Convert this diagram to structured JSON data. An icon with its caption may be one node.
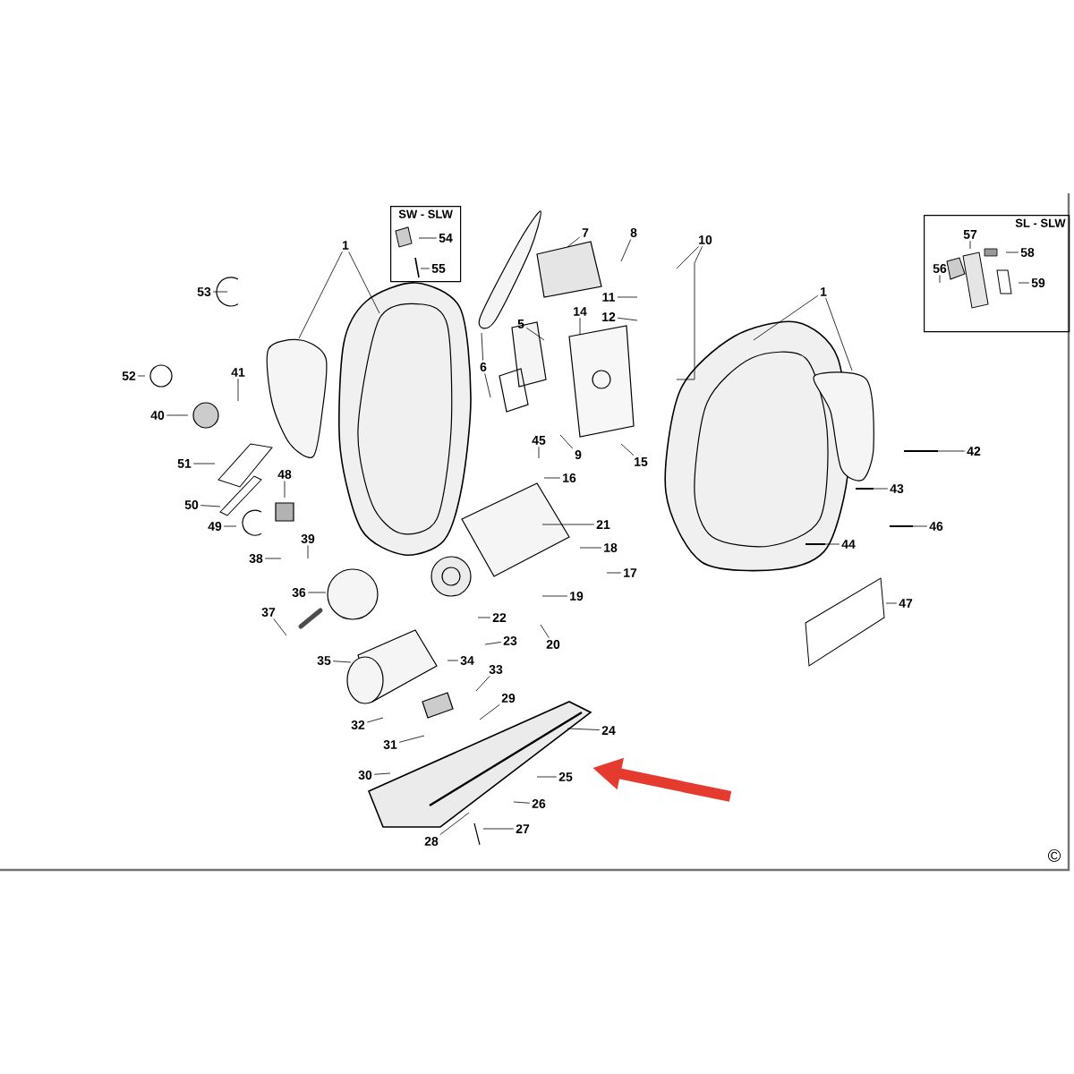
{
  "diagram": {
    "nodes": [
      {
        "text": [
          "SW - SLW"
        ]
      },
      {
        "text": [
          "54"
        ],
        "in": 0
      },
      {
        "text": [
          "55"
        ],
        "in": 0
      },
      {
        "text": [
          "SL - SLW"
        ]
      },
      {
        "text": [
          "57"
        ],
        "in": 3
      },
      {
        "text": [
          "56"
        ],
        "in": 3
      },
      {
        "text": [
          "58"
        ],
        "in": 3
      },
      {
        "text": [
          "59"
        ],
        "in": 3
      },
      {
        "text": [
          "1"
        ]
      },
      {
        "text": [
          "7"
        ]
      },
      {
        "text": [
          "8"
        ]
      },
      {
        "text": [
          "10"
        ]
      },
      {
        "text": [
          "53"
        ]
      },
      {
        "text": [
          "1"
        ]
      },
      {
        "text": [
          "11"
        ]
      },
      {
        "text": [
          "12"
        ]
      },
      {
        "text": [
          "14"
        ]
      },
      {
        "text": [
          "5"
        ]
      },
      {
        "text": [
          "6"
        ]
      },
      {
        "text": [
          "52"
        ]
      },
      {
        "text": [
          "41"
        ]
      },
      {
        "text": [
          "40"
        ]
      },
      {
        "text": [
          "45"
        ]
      },
      {
        "text": [
          "9"
        ]
      },
      {
        "text": [
          "15"
        ]
      },
      {
        "text": [
          "42"
        ]
      },
      {
        "text": [
          "51"
        ]
      },
      {
        "text": [
          "16"
        ]
      },
      {
        "text": [
          "48"
        ]
      },
      {
        "text": [
          "43"
        ]
      },
      {
        "text": [
          "50"
        ]
      },
      {
        "text": [
          "21"
        ]
      },
      {
        "text": [
          "49"
        ]
      },
      {
        "text": [
          "46"
        ]
      },
      {
        "text": [
          "39"
        ]
      },
      {
        "text": [
          "44"
        ]
      },
      {
        "text": [
          "18"
        ]
      },
      {
        "text": [
          "38"
        ]
      },
      {
        "text": [
          "17"
        ]
      },
      {
        "text": [
          "36"
        ]
      },
      {
        "text": [
          "19"
        ]
      },
      {
        "text": [
          "47"
        ]
      },
      {
        "text": [
          "37"
        ]
      },
      {
        "text": [
          "22"
        ]
      },
      {
        "text": [
          "23"
        ]
      },
      {
        "text": [
          "20"
        ]
      },
      {
        "text": [
          "35"
        ]
      },
      {
        "text": [
          "34"
        ]
      },
      {
        "text": [
          "33"
        ]
      },
      {
        "text": [
          "29"
        ]
      },
      {
        "text": [
          "24"
        ]
      },
      {
        "text": [
          "32"
        ]
      },
      {
        "text": [
          "31"
        ]
      },
      {
        "text": [
          "30"
        ]
      },
      {
        "text": [
          "25"
        ]
      },
      {
        "text": [
          "26"
        ]
      },
      {
        "text": [
          "27"
        ]
      },
      {
        "text": [
          "28"
        ]
      }
    ],
    "edges": [
      {
        "from": 1,
        "to": null,
        "arrow": "none"
      },
      {
        "from": 2,
        "to": null,
        "arrow": "none"
      },
      {
        "from": 4,
        "to": null,
        "arrow": "none"
      },
      {
        "from": 5,
        "to": null,
        "arrow": "none"
      },
      {
        "from": 6,
        "to": null,
        "arrow": "none"
      },
      {
        "from": 7,
        "to": null,
        "arrow": "none"
      },
      {
        "from": 8,
        "to": null,
        "arrow": "none"
      },
      {
        "from": 8,
        "to": null,
        "arrow": "none"
      },
      {
        "from": 9,
        "to": null,
        "arrow": "none"
      },
      {
        "from": 10,
        "to": null,
        "arrow": "none"
      },
      {
        "from": 11,
        "to": null,
        "arrow": "none"
      },
      {
        "from": 11,
        "to": null,
        "arrow": "none"
      },
      {
        "from": 12,
        "to": null,
        "arrow": "none"
      },
      {
        "from": 13,
        "to": null,
        "arrow": "none"
      },
      {
        "from": 13,
        "to": null,
        "arrow": "none"
      },
      {
        "from": 14,
        "to": null,
        "arrow": "none"
      },
      {
        "from": 15,
        "to": null,
        "arrow": "none"
      },
      {
        "from": 16,
        "to": null,
        "arrow": "none"
      },
      {
        "from": 17,
        "to": null,
        "arrow": "none"
      },
      {
        "from": 18,
        "to": null,
        "arrow": "none"
      },
      {
        "from": 18,
        "to": null,
        "arrow": "none"
      },
      {
        "from": 19,
        "to": null,
        "arrow": "none"
      },
      {
        "from": 20,
        "to": null,
        "arrow": "none"
      },
      {
        "from": 21,
        "to": null,
        "arrow": "none"
      },
      {
        "from": 22,
        "to": null,
        "arrow": "none"
      },
      {
        "from": 23,
        "to": null,
        "arrow": "none"
      },
      {
        "from": 24,
        "to": null,
        "arrow": "none"
      },
      {
        "from": 25,
        "to": null,
        "arrow": "none"
      },
      {
        "from": 26,
        "to": null,
        "arrow": "none"
      },
      {
        "from": 27,
        "to": null,
        "arrow": "none"
      },
      {
        "from": 28,
        "to": null,
        "arrow": "none"
      },
      {
        "from": 29,
        "to": null,
        "arrow": "none"
      },
      {
        "from": 30,
        "to": null,
        "arrow": "none"
      },
      {
        "from": 31,
        "to": null,
        "arrow": "none"
      },
      {
        "from": 32,
        "to": null,
        "arrow": "none"
      },
      {
        "from": 33,
        "to": null,
        "arrow": "none"
      },
      {
        "from": 34,
        "to": null,
        "arrow": "none"
      },
      {
        "from": 35,
        "to": null,
        "arrow": "none"
      },
      {
        "from": 36,
        "to": null,
        "arrow": "none"
      },
      {
        "from": 37,
        "to": null,
        "arrow": "none"
      },
      {
        "from": 38,
        "to": null,
        "arrow": "none"
      },
      {
        "from": 39,
        "to": null,
        "arrow": "none"
      },
      {
        "from": 40,
        "to": null,
        "arrow": "none"
      },
      {
        "from": 41,
        "to": null,
        "arrow": "none"
      },
      {
        "from": 42,
        "to": null,
        "arrow": "none"
      },
      {
        "from": 43,
        "to": null,
        "arrow": "none"
      },
      {
        "from": 44,
        "to": null,
        "arrow": "none"
      },
      {
        "from": 45,
        "to": null,
        "arrow": "none"
      },
      {
        "from": 46,
        "to": null,
        "arrow": "none"
      },
      {
        "from": 47,
        "to": null,
        "arrow": "none"
      },
      {
        "from": 48,
        "to": null,
        "arrow": "none"
      },
      {
        "from": 49,
        "to": null,
        "arrow": "none"
      },
      {
        "from": 50,
        "to": null,
        "arrow": "none"
      },
      {
        "from": 51,
        "to": null,
        "arrow": "none"
      },
      {
        "from": 52,
        "to": null,
        "arrow": "none"
      },
      {
        "from": 53,
        "to": null,
        "arrow": "none"
      },
      {
        "from": 54,
        "to": null,
        "arrow": "none"
      },
      {
        "from": 55,
        "to": null,
        "arrow": "none"
      },
      {
        "from": 56,
        "to": null,
        "arrow": "none"
      },
      {
        "from": 57,
        "to": null,
        "arrow": "none"
      }
    ],
    "labels": [
      "©"
    ]
  }
}
